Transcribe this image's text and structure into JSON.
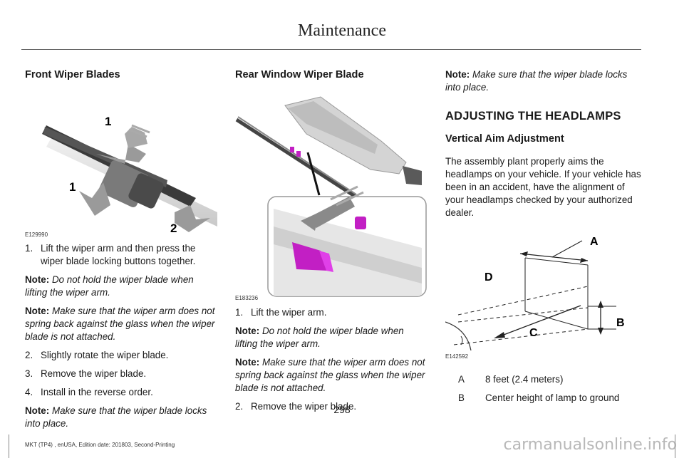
{
  "header": {
    "title": "Maintenance"
  },
  "col1": {
    "heading": "Front Wiper Blades",
    "figure": {
      "id": "E129990",
      "callouts": [
        "1",
        "1",
        "2"
      ]
    },
    "step1": {
      "num": "1.",
      "text": "Lift the wiper arm and then press the wiper blade locking buttons together."
    },
    "note1": {
      "label": "Note:",
      "text": "Do not hold the wiper blade when lifting the wiper arm."
    },
    "note2": {
      "label": "Note:",
      "text": "Make sure that the wiper arm does not spring back against the glass when the wiper blade is not attached."
    },
    "step2": {
      "num": "2.",
      "text": "Slightly rotate the wiper blade."
    },
    "step3": {
      "num": "3.",
      "text": "Remove the wiper blade."
    },
    "step4": {
      "num": "4.",
      "text": "Install in the reverse order."
    },
    "note3": {
      "label": "Note:",
      "text": "Make sure that the wiper blade locks into place."
    }
  },
  "col2": {
    "heading": "Rear Window Wiper Blade",
    "figure": {
      "id": "E183236"
    },
    "step1": {
      "num": "1.",
      "text": "Lift the wiper arm."
    },
    "note1": {
      "label": "Note:",
      "text": "Do not hold the wiper blade when lifting the wiper arm."
    },
    "note2": {
      "label": "Note:",
      "text": "Make sure that the wiper arm does not spring back against the glass when the wiper blade is not attached."
    },
    "step2": {
      "num": "2.",
      "text": "Remove the wiper blade."
    }
  },
  "col3": {
    "note1": {
      "label": "Note:",
      "text": "Make sure that the wiper blade locks into place."
    },
    "section_heading": "ADJUSTING THE HEADLAMPS",
    "subheading": "Vertical Aim Adjustment",
    "para": "The assembly plant properly aims the headlamps on your vehicle. If your vehicle has been in an accident, have the alignment of your headlamps checked by your authorized dealer.",
    "figure": {
      "id": "E142592",
      "labels": {
        "a": "A",
        "b": "B",
        "c": "C",
        "d": "D"
      }
    },
    "legend": [
      {
        "key": "A",
        "value": "8 feet (2.4 meters)"
      },
      {
        "key": "B",
        "value": "Center height of lamp to ground"
      }
    ]
  },
  "footer": {
    "page_number": "298",
    "edition": "MKT (TP4) , enUSA, Edition date: 201803, Second-Printing",
    "watermark": "carmanualsonline.info"
  },
  "colors": {
    "accent_magenta": "#c21fc4",
    "text": "#1a1a1a",
    "arrow_gray": "#8a8a8a"
  }
}
